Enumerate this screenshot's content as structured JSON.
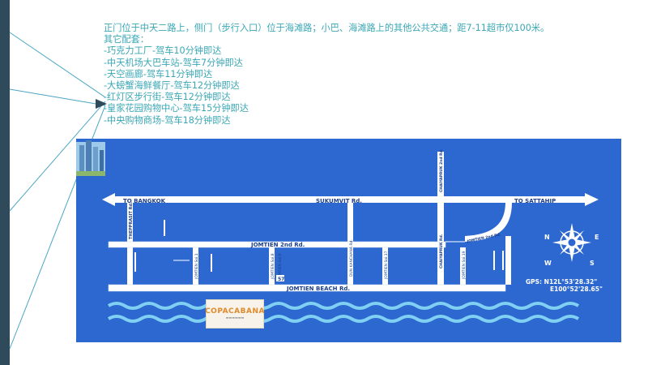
{
  "intro": {
    "line1": "正门位于中天二路上，侧门（步行入口）位于海滩路；小巴、海滩路上的其他公共交通；距7-11超市仅100米。",
    "line2": "其它配套：",
    "items": [
      "-巧克力工厂-驾车10分钟即达",
      "-中天机场大巴车站-驾车7分钟即达",
      "-天空画廊-驾车11分钟即达",
      "-大螃蟹海鲜餐厅-驾车12分钟即达",
      "-红灯区步行街-驾车12分钟即达",
      "-皇家花园购物中心-驾车15分钟即达",
      "-中央购物商场-驾车18分钟即达"
    ]
  },
  "map": {
    "to_bangkok": "TO BANGKOK",
    "sukumvit": "SUKUMVIT Rd.",
    "to_sattahip": "TO SATTAHIP",
    "jomtien_2nd": "JOMTIEN 2nd Rd.",
    "jomtien_beach": "JOMTIEN BEACH Rd.",
    "thepprasit": "THEPPRASIT Rd.",
    "chaiyapruk_2nd": "CHAIYAPRUK 2nd Rd.",
    "chaiyapruk": "CHAIYAPRUK Rd.",
    "jomtien_2nd_right": "JOMTIEN 2nd Rd.",
    "soi1": "JOMTIEN Soi.1",
    "soi8": "JOMTIEN Soi.8",
    "soi9": "JOMTIEN Soi.9",
    "soi17": "JOMTIEN Soi.17",
    "soi19": "JOMTIEN Soi.19",
    "dun_kanchana": "DUN KANCHANA Rd.",
    "shield_number": "57",
    "gps_n": "GPS: N12L°53'28.32\"",
    "gps_e": "E100°52'28.65\"",
    "logo": "COPACABANA",
    "compass_n": "N",
    "compass_e": "E",
    "compass_s": "S",
    "compass_w": "W"
  }
}
